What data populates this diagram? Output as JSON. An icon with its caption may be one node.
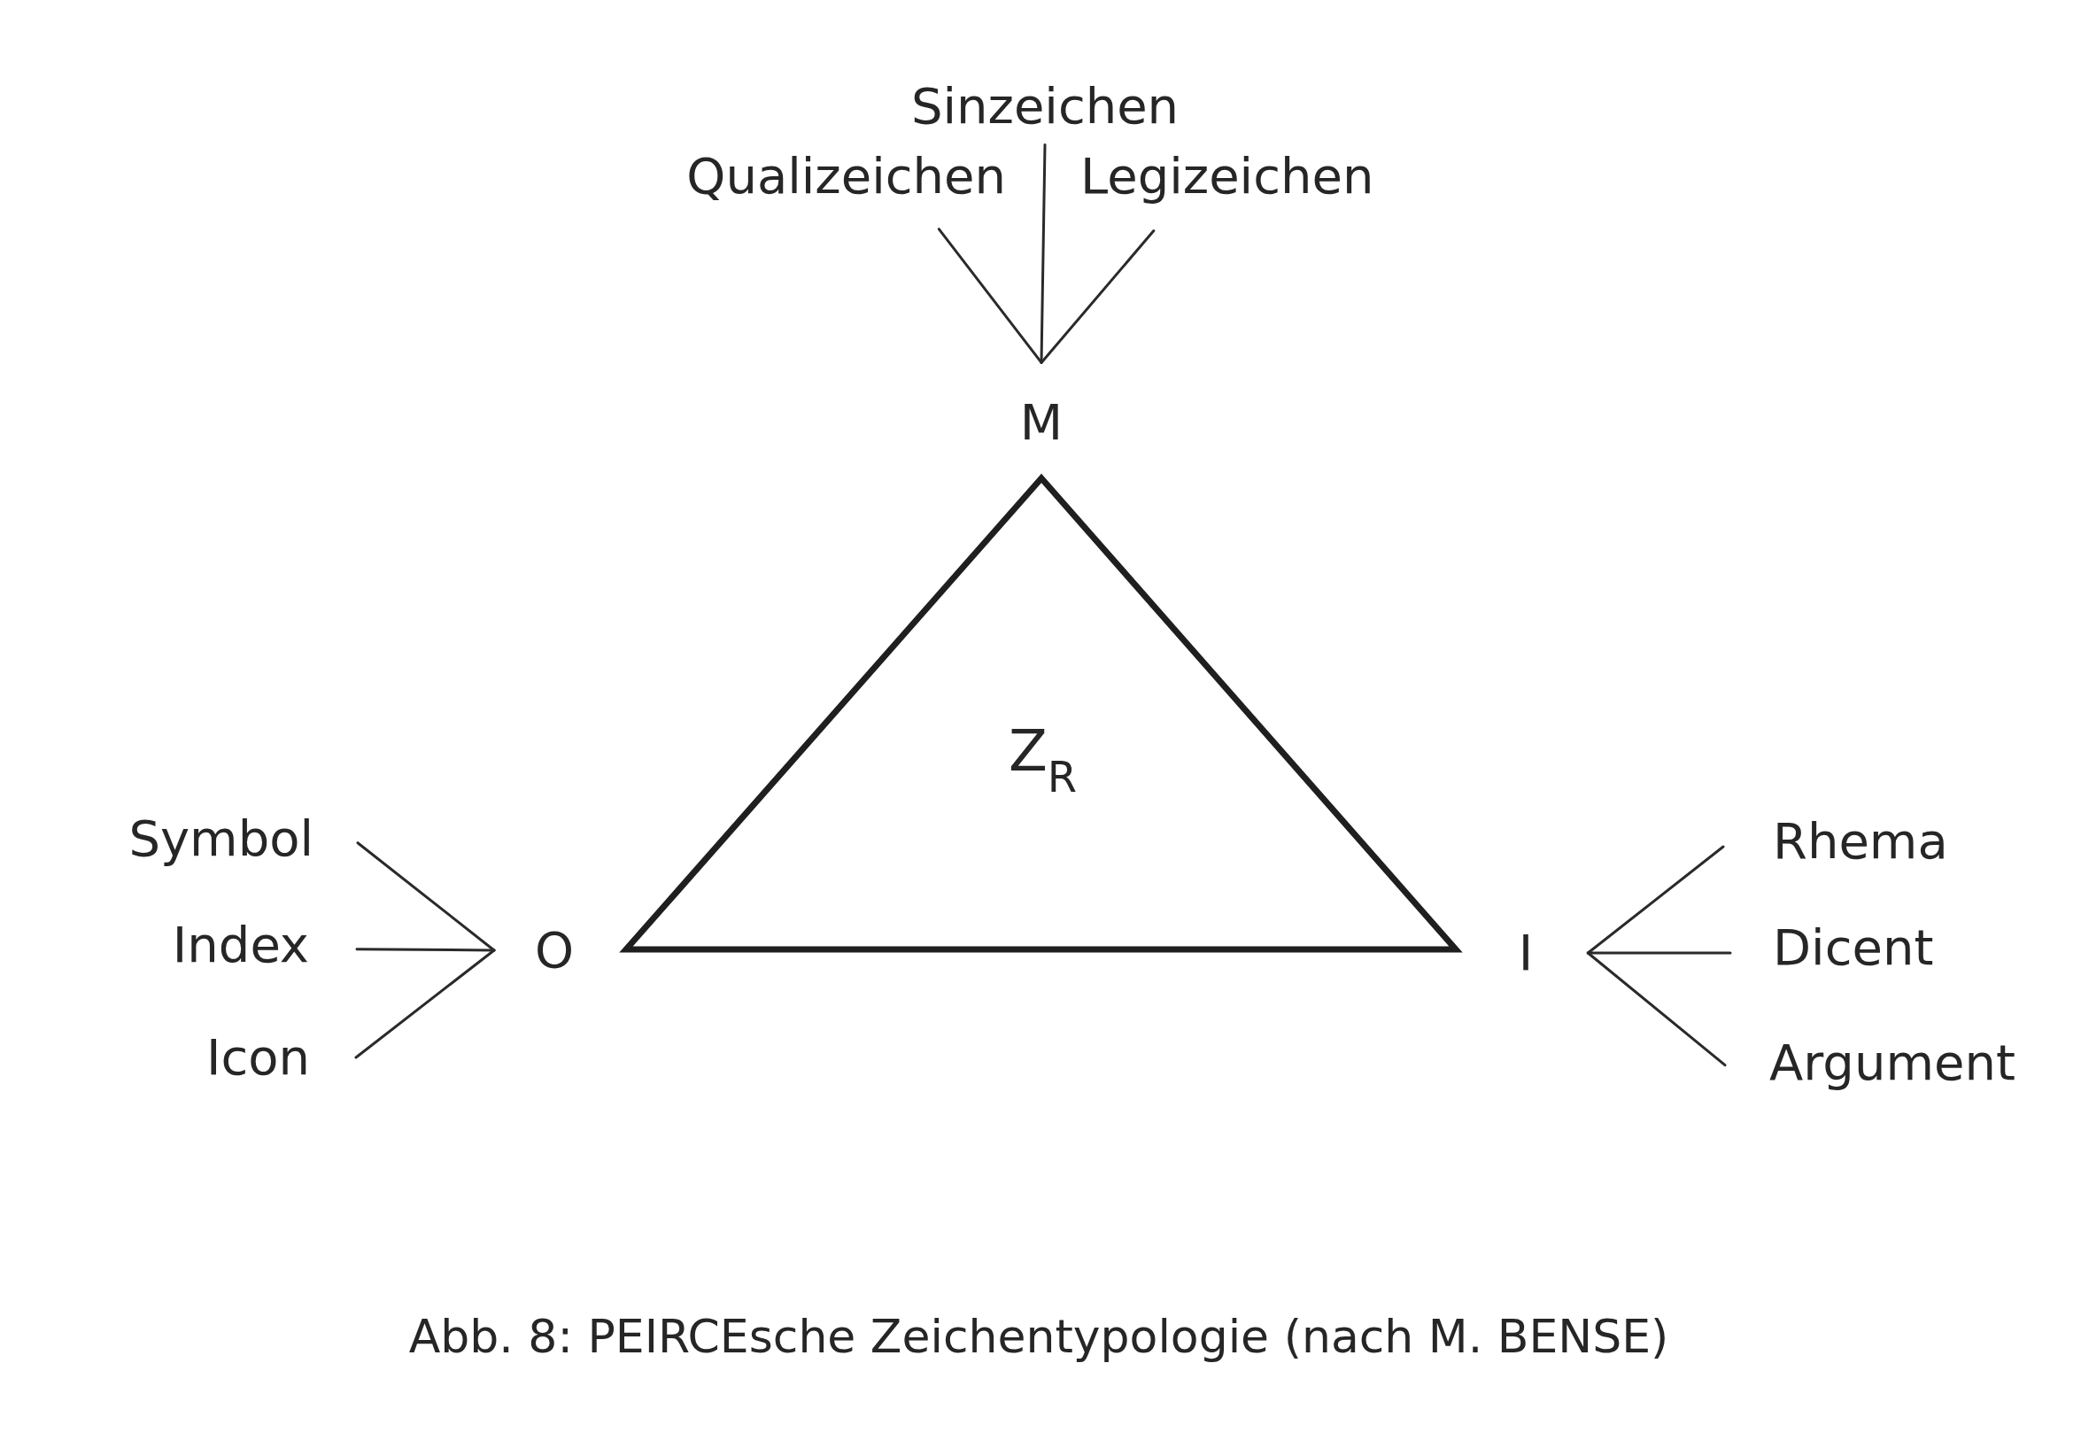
{
  "diagram": {
    "caption": "Abb. 8: PEIRCEsche Zeichentypologie (nach M. BENSE)",
    "nodes": [
      {
        "text": [
          "Sinzeichen"
        ]
      },
      {
        "text": [
          "Qualizeichen"
        ]
      },
      {
        "text": [
          "Legizeichen"
        ]
      },
      {
        "text": [
          "M"
        ]
      },
      {
        "text": [
          "Z$_{R}$"
        ]
      },
      {
        "text": [
          "Symbol"
        ]
      },
      {
        "text": [
          "Index"
        ]
      },
      {
        "text": [
          "Icon"
        ]
      },
      {
        "text": [
          "O"
        ]
      },
      {
        "text": [
          "I"
        ]
      },
      {
        "text": [
          "Rhema"
        ]
      },
      {
        "text": [
          "Dicent"
        ]
      },
      {
        "text": [
          "Argument"
        ]
      }
    ],
    "edges": [
      {
        "from": 1,
        "to": 3,
        "arrow": "none"
      },
      {
        "from": 0,
        "to": 3,
        "arrow": "none"
      },
      {
        "from": 2,
        "to": 3,
        "arrow": "none"
      },
      {
        "from": 5,
        "to": 8,
        "arrow": "none"
      },
      {
        "from": 6,
        "to": 8,
        "arrow": "none"
      },
      {
        "from": 7,
        "to": 8,
        "arrow": "none"
      },
      {
        "from": 10,
        "to": 9,
        "arrow": "none"
      },
      {
        "from": 11,
        "to": 9,
        "arrow": "none"
      },
      {
        "from": 12,
        "to": 9,
        "arrow": "none"
      }
    ]
  }
}
